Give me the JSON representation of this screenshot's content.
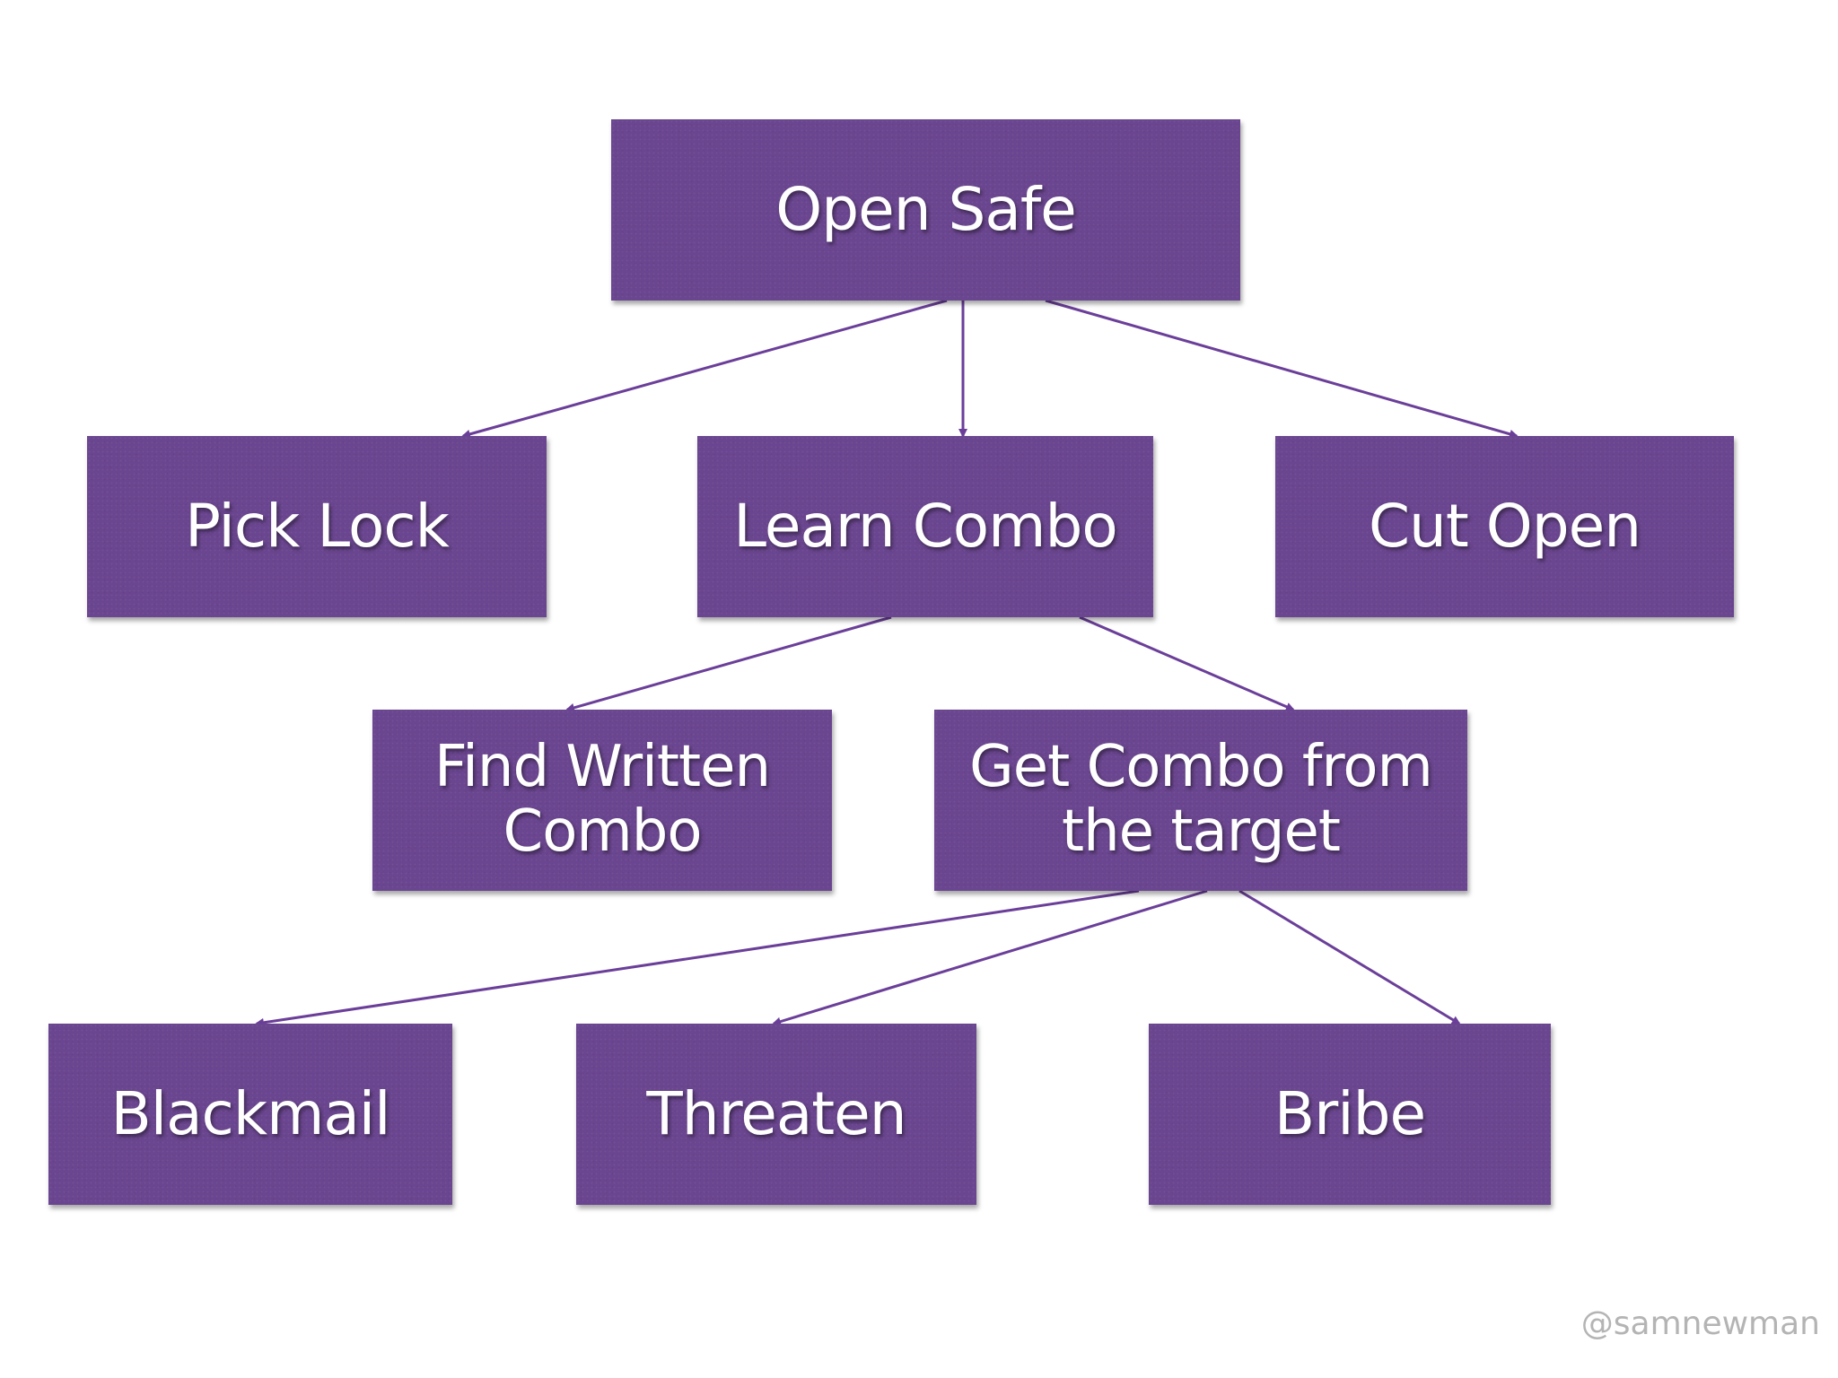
{
  "nodes": {
    "open_safe": "Open Safe",
    "pick_lock": "Pick Lock",
    "learn_combo": "Learn Combo",
    "cut_open": "Cut Open",
    "find_written_combo": "Find Written\nCombo",
    "get_combo_from_target": "Get Combo from\nthe target",
    "blackmail": "Blackmail",
    "threaten": "Threaten",
    "bribe": "Bribe"
  },
  "edges": [
    {
      "from": "open_safe",
      "to": "pick_lock"
    },
    {
      "from": "open_safe",
      "to": "learn_combo"
    },
    {
      "from": "open_safe",
      "to": "cut_open"
    },
    {
      "from": "learn_combo",
      "to": "find_written_combo"
    },
    {
      "from": "learn_combo",
      "to": "get_combo_from_target"
    },
    {
      "from": "get_combo_from_target",
      "to": "blackmail"
    },
    {
      "from": "get_combo_from_target",
      "to": "threaten"
    },
    {
      "from": "get_combo_from_target",
      "to": "bribe"
    }
  ],
  "colors": {
    "node_fill": "#6b4690",
    "edge": "#6b3f99",
    "label": "#ffffff",
    "watermark": "#b4b4b4"
  },
  "watermark": "@samnewman"
}
